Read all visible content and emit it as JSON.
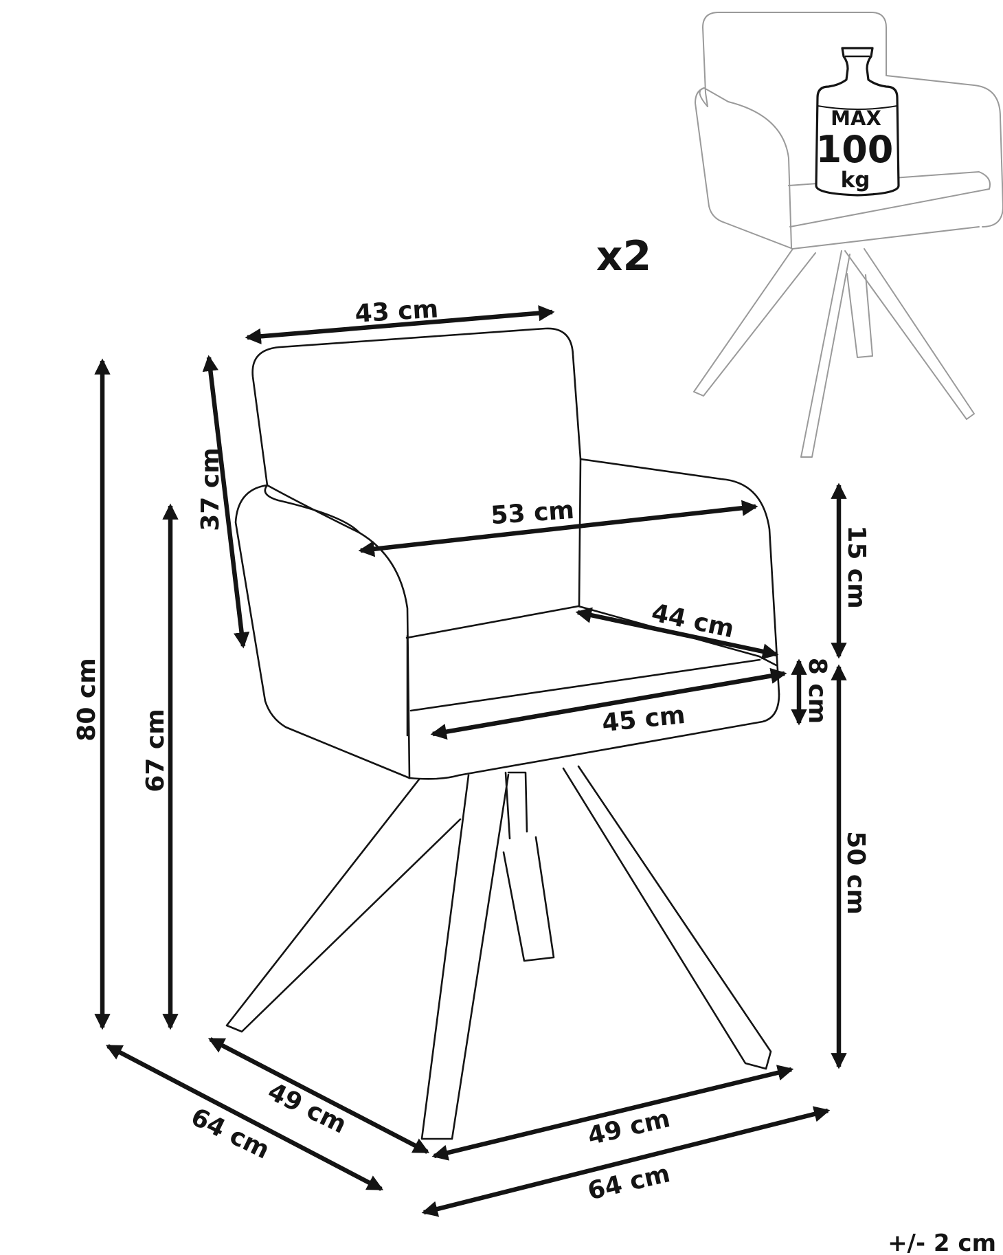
{
  "quantity_label": "x2",
  "weight_badge": {
    "line1": "MAX",
    "line2": "100",
    "line3": "kg"
  },
  "tolerance_label": "+/- 2 cm",
  "dimensions": {
    "backrest_width": "43 cm",
    "backrest_height": "37 cm",
    "total_height": "80 cm",
    "armrest_height": "67 cm",
    "overall_width": "53 cm",
    "armrest_above_seat": "15 cm",
    "seat_depth": "44 cm",
    "seat_thickness": "8 cm",
    "seat_width": "45 cm",
    "seat_height": "50 cm",
    "base_depth": "49 cm",
    "overall_depth": "64 cm",
    "base_width": "49 cm",
    "overall_width_floor": "64 cm"
  }
}
